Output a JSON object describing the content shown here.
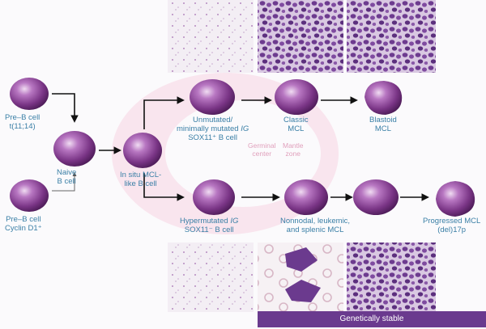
{
  "nodes": {
    "pre_b_top": {
      "title": "Pre–B cell",
      "subtitle": "t(11;14)"
    },
    "pre_b_bottom": {
      "title": "Pre–B cell",
      "subtitle": "Cyclin D1⁺"
    },
    "naive": {
      "line1": "Naive",
      "line2": "B cell"
    },
    "in_situ": {
      "line1": "In situ MCL-",
      "line2": "like B cell"
    },
    "unmutated": {
      "line1": "Unmutated/",
      "line2_prefix": "minimally mutated ",
      "line2_italic": "IG",
      "line3": "SOX11⁺ B cell"
    },
    "classic": {
      "line1": "Classic",
      "line2": "MCL"
    },
    "blastoid": {
      "line1": "Blastoid",
      "line2": "MCL"
    },
    "hypermutated": {
      "line1_prefix": "Hypermutated ",
      "line1_italic": "IG",
      "line2": "SOX11⁻ B cell"
    },
    "nonnodal": {
      "line1": "Nonnodal, leukemic,",
      "line2": "and splenic MCL"
    },
    "progressed": {
      "line1": "Progressed MCL",
      "line2": "(del)17p"
    }
  },
  "zones": {
    "germinal": {
      "line1": "Germinal",
      "line2": "center"
    },
    "mantle": {
      "line1": "Mantle",
      "line2": "zone"
    }
  },
  "bar": {
    "label": "Genetically stable"
  },
  "colors": {
    "cell_dark": "#5b2266",
    "cell_mid": "#9a4aa6",
    "cell_light": "#e6c9ea",
    "label_blue": "#3a7fa6",
    "pink_ring": "#f4c6d8",
    "bar_purple": "#6a3a8e"
  }
}
